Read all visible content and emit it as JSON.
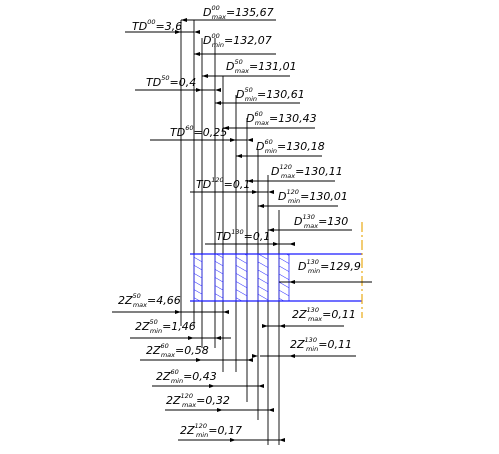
{
  "colors": {
    "line": "#000000",
    "hatch": "#2a2aff",
    "limit_band": "#1a1aff",
    "axis": "#e8a200",
    "background": "#ffffff"
  },
  "top_labels": [
    {
      "base": "TD",
      "sup": "00",
      "sub": "",
      "value": "=3,6"
    },
    {
      "base": "D",
      "sup": "00",
      "sub": "max",
      "value": "=135,67"
    },
    {
      "base": "D",
      "sup": "00",
      "sub": "min",
      "value": "=132,07"
    },
    {
      "base": "TD",
      "sup": "50",
      "sub": "",
      "value": "=0,4"
    },
    {
      "base": "D",
      "sup": "50",
      "sub": "max",
      "value": "=131,01"
    },
    {
      "base": "D",
      "sup": "50",
      "sub": "min",
      "value": "=130,61"
    },
    {
      "base": "D",
      "sup": "60",
      "sub": "max",
      "value": "=130,43"
    },
    {
      "base": "TD",
      "sup": "60",
      "sub": "",
      "value": "=0,25"
    },
    {
      "base": "D",
      "sup": "60",
      "sub": "min",
      "value": "=130,18"
    },
    {
      "base": "D",
      "sup": "120",
      "sub": "max",
      "value": "=130,11"
    },
    {
      "base": "TD",
      "sup": "120",
      "sub": "",
      "value": "=0,1"
    },
    {
      "base": "D",
      "sup": "120",
      "sub": "min",
      "value": "=130,01"
    },
    {
      "base": "D",
      "sup": "130",
      "sub": "max",
      "value": "=130"
    },
    {
      "base": "TD",
      "sup": "130",
      "sub": "",
      "value": "=0,1"
    },
    {
      "base": "D",
      "sup": "130",
      "sub": "min",
      "value": "=129,9"
    }
  ],
  "bottom_labels": [
    {
      "base": "2Z",
      "sup": "50",
      "sub": "max",
      "value": "=4,66"
    },
    {
      "base": "2Z",
      "sup": "50",
      "sub": "min",
      "value": "=1,46"
    },
    {
      "base": "2Z",
      "sup": "130",
      "sub": "max",
      "value": "=0,11"
    },
    {
      "base": "2Z",
      "sup": "60",
      "sub": "max",
      "value": "=0,58"
    },
    {
      "base": "2Z",
      "sup": "130",
      "sub": "min",
      "value": "=0,11"
    },
    {
      "base": "2Z",
      "sup": "60",
      "sub": "min",
      "value": "=0,43"
    },
    {
      "base": "2Z",
      "sup": "120",
      "sub": "max",
      "value": "=0,32"
    },
    {
      "base": "2Z",
      "sup": "120",
      "sub": "min",
      "value": "=0,17"
    }
  ]
}
